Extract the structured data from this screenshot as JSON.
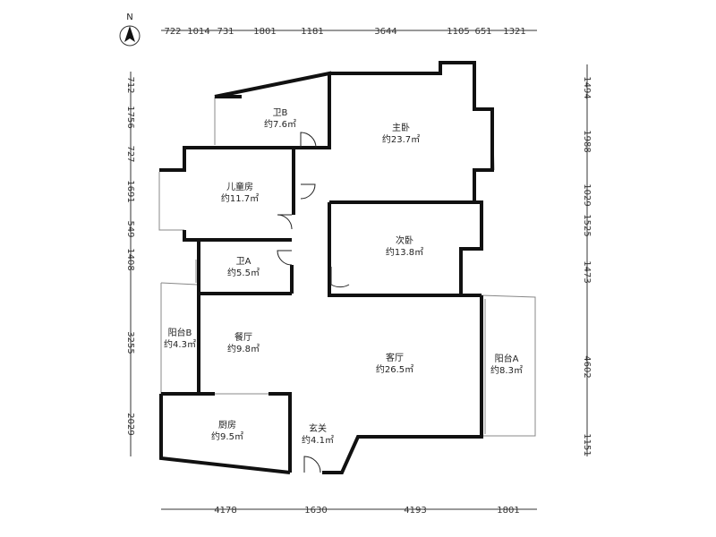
{
  "compass": {
    "label": "N"
  },
  "rooms": [
    {
      "id": "bath-b",
      "name": "卫B",
      "area": "约7.6㎡"
    },
    {
      "id": "master-bedroom",
      "name": "主卧",
      "area": "约23.7㎡"
    },
    {
      "id": "kids-room",
      "name": "儿童房",
      "area": "约11.7㎡"
    },
    {
      "id": "second-bedroom",
      "name": "次卧",
      "area": "约13.8㎡"
    },
    {
      "id": "bath-a",
      "name": "卫A",
      "area": "约5.5㎡"
    },
    {
      "id": "balcony-b",
      "name": "阳台B",
      "area": "约4.3㎡"
    },
    {
      "id": "dining",
      "name": "餐厅",
      "area": "约9.8㎡"
    },
    {
      "id": "living",
      "name": "客厅",
      "area": "约26.5㎡"
    },
    {
      "id": "balcony-a",
      "name": "阳台A",
      "area": "约8.3㎡"
    },
    {
      "id": "kitchen",
      "name": "厨房",
      "area": "约9.5㎡"
    },
    {
      "id": "entrance",
      "name": "玄关",
      "area": "约4.1㎡"
    }
  ],
  "dimensions": {
    "top": [
      "722",
      "1014",
      "731",
      "1801",
      "1181",
      "3644",
      "1105",
      "651",
      "1321"
    ],
    "bottom": [
      "4178",
      "1630",
      "4193",
      "1801"
    ],
    "left": [
      "712",
      "1756",
      "727",
      "1691",
      "549",
      "1408",
      "3255",
      "2029"
    ],
    "right": [
      "1494",
      "1988",
      "1029",
      "1525",
      "1473",
      "4602",
      "1151"
    ]
  }
}
